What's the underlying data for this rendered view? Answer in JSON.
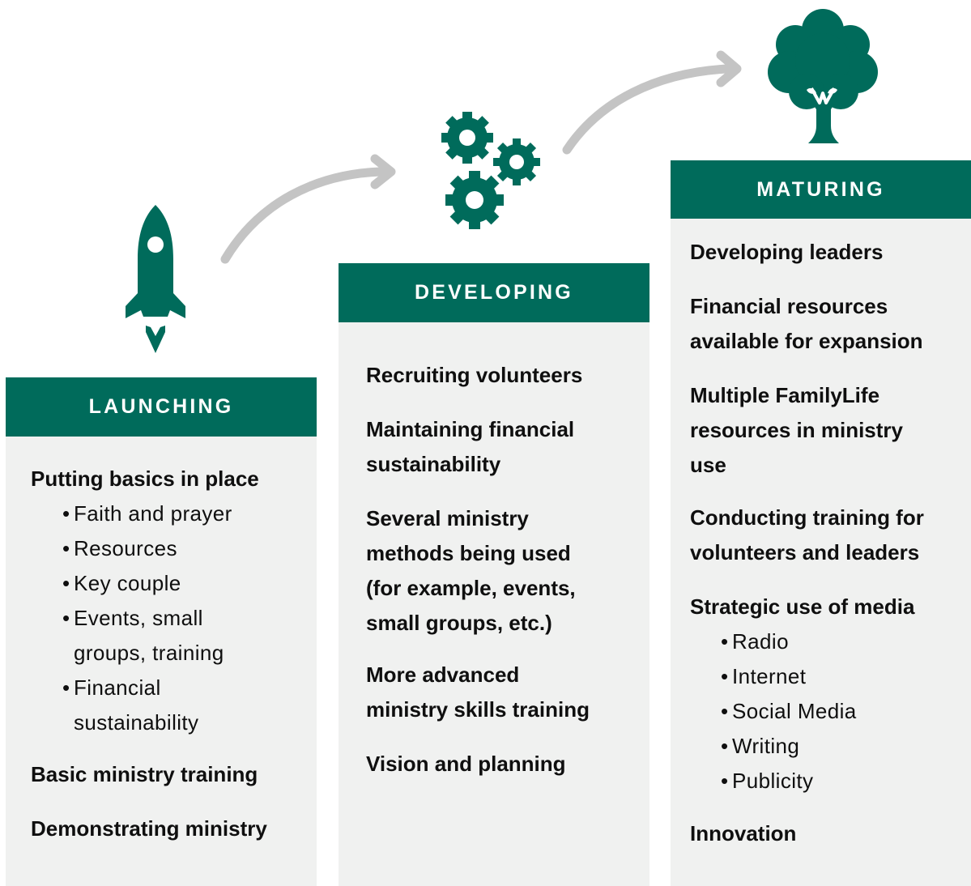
{
  "colors": {
    "accent": "#006b5b",
    "panel": "#f0f1f0",
    "arrow": "#c4c4c4"
  },
  "icons": {
    "launching": "rocket-icon",
    "developing": "gears-icon",
    "maturing": "tree-icon",
    "transition": "curved-arrow-icon"
  },
  "launching": {
    "title": "LAUNCHING",
    "item1": "Putting basics in place",
    "bullets": [
      "Faith and prayer",
      "Resources",
      "Key couple",
      "Events, small",
      "groups, training",
      "Financial",
      "sustainability"
    ],
    "item2": "Basic ministry training",
    "item3": "Demonstrating ministry"
  },
  "developing": {
    "title": "DEVELOPING",
    "lines": [
      "Recruiting volunteers",
      "Maintaining financial",
      "sustainability",
      "Several ministry",
      "methods being used",
      "(for example, events,",
      "small groups, etc.)",
      "More advanced",
      "ministry skills training",
      "Vision and planning"
    ]
  },
  "maturing": {
    "title": "MATURING",
    "lines": [
      "Developing leaders",
      "Financial resources",
      "available for expansion",
      "Multiple FamilyLife",
      "resources in ministry",
      "use",
      "Conducting training for",
      "volunteers and leaders",
      "Strategic use of media"
    ],
    "bullets": [
      "Radio",
      "Internet",
      "Social Media",
      "Writing",
      "Publicity"
    ],
    "last": "Innovation"
  }
}
